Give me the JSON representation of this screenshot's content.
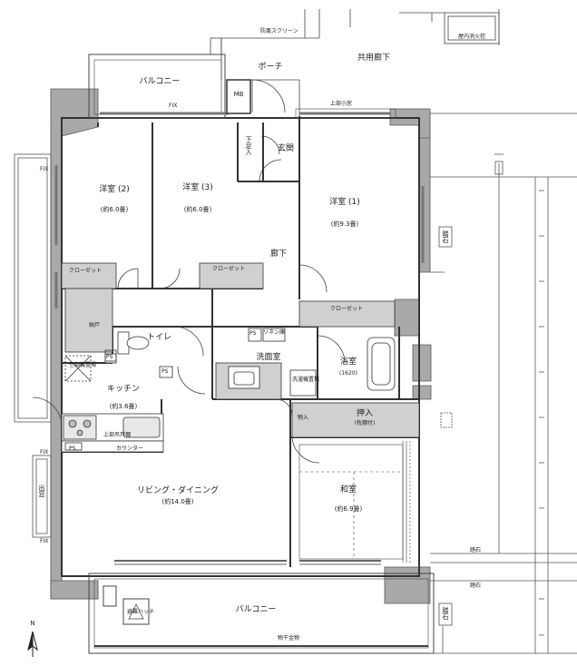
{
  "rooms": {
    "bedroom2": {
      "name": "洋室 (2)",
      "area": "(約6.0畳)"
    },
    "bedroom3": {
      "name": "洋室 (3)",
      "area": "(約6.0畳)"
    },
    "bedroom1": {
      "name": "洋室 (1)",
      "area": "(約9.3畳)"
    },
    "kitchen": {
      "name": "キッチン",
      "area": "(約3.6畳)"
    },
    "living": {
      "name": "リビング・ダイニング",
      "area": "(約14.0畳)"
    },
    "washitsu": {
      "name": "和室",
      "area": "(約6.9畳)"
    },
    "bath": {
      "name": "浴室",
      "area": "(1620)"
    },
    "washroom": {
      "name": "洗面室"
    },
    "toilet": {
      "name": "トイレ"
    },
    "hallway": {
      "name": "廊下"
    },
    "entrance": {
      "name": "玄関"
    },
    "porch": {
      "name": "ポーチ"
    }
  },
  "labels": {
    "common_corridor": "共用廊下",
    "balcony_top": "バルコニー",
    "balcony_bottom": "バルコニー",
    "mb": "MB",
    "wind_screen": "防風スクリーン",
    "fire_hydrant": "屋内消火栓",
    "closet": "クローゼット",
    "storage": "納戸",
    "counter": "カウンター",
    "oshiire": "押入",
    "oshiire_sub": "(枕棚付)",
    "monoire": "物入",
    "shoebox": "下足入",
    "linen": "リネン庫",
    "washer": "洗濯機置場",
    "hanging_rail": "物干金物",
    "step_stone": "踏石",
    "fix": "FIX",
    "ps": "PS",
    "aircon": "空調機置場",
    "evac_hatch": "避難ハッチ",
    "upper_cabinet": "上部吊戸棚",
    "upper_small_window": "上部小窓",
    "window": "出窓",
    "compass": "N"
  }
}
